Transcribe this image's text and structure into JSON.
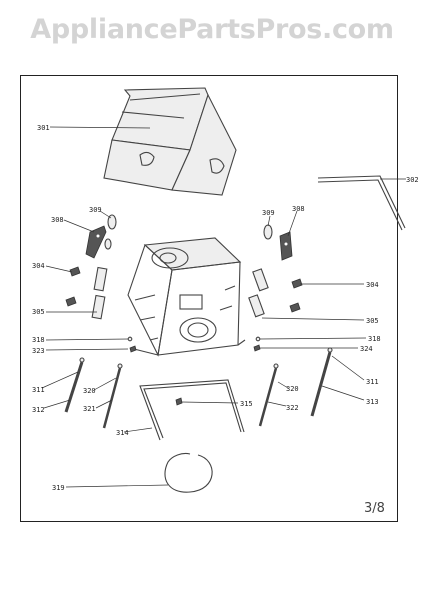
{
  "watermark": "AppliancePartsPros.com",
  "page_number": "3/8",
  "callouts": {
    "c301": "301",
    "c302": "302",
    "c308_left": "308",
    "c309_left": "309",
    "c309_right": "309",
    "c308_right": "308",
    "c304_left": "304",
    "c304_right": "304",
    "c305_left": "305",
    "c305_right": "305",
    "c318_left": "318",
    "c318_right": "318",
    "c323": "323",
    "c324": "324",
    "c311_left": "311",
    "c311_right": "311",
    "c312": "312",
    "c320_left": "320",
    "c320_right": "320",
    "c321": "321",
    "c322": "322",
    "c313": "313",
    "c314": "314",
    "c315": "315",
    "c319": "319"
  }
}
